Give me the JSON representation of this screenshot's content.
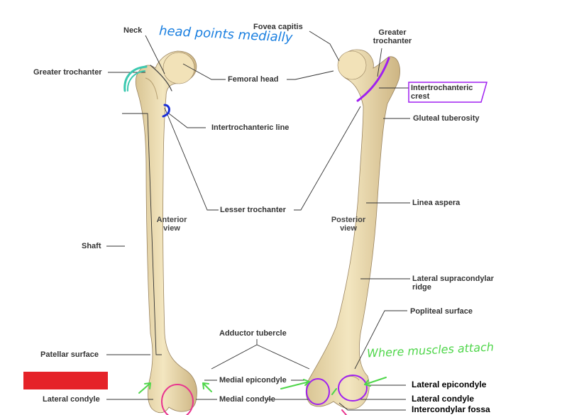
{
  "labels": {
    "neck": "Neck",
    "fovea_capitis": "Fovea capitis",
    "greater_trochanter_left": "Greater trochanter",
    "femoral_head": "Femoral head",
    "greater_trochanter_right": "Greater\ntrochanter",
    "intertrochanteric_crest": "Intertrochanteric\ncrest",
    "gluteal_tuberosity": "Gluteal tuberosity",
    "intertrochanteric_line": "Intertrochanteric line",
    "lesser_trochanter": "Lesser trochanter",
    "linea_aspera": "Linea aspera",
    "shaft": "Shaft",
    "lateral_supracondylar_ridge": "Lateral supracondylar\nridge",
    "popliteal_surface": "Popliteal surface",
    "adductor_tubercle": "Adductor tubercle",
    "patellar_surface": "Patellar surface",
    "medial_epicondyle": "Medial epicondyle",
    "lateral_condyle_left": "Lateral condyle",
    "medial_condyle": "Medial condyle",
    "lateral_epicondyle": "Lateral epicondyle",
    "lateral_condyle_right": "Lateral condyle",
    "intercondylar_fossa": "Intercondylar fossa"
  },
  "views": {
    "anterior": "Anterior\nview",
    "posterior": "Posterior\nview"
  },
  "annotations": {
    "head_points_medially": "head points medially",
    "where_muscles_attach": "Where muscles attach"
  },
  "colors": {
    "bone": "#ecdcb0",
    "bone_shade": "#c9b382",
    "leader": "#333333",
    "blue_ink": "#1a7fe0",
    "green_ink": "#4fd64a",
    "teal_ink": "#3cc9b0",
    "purple_ink": "#a020f0",
    "pink_ink": "#e8368f",
    "dark_blue_ink": "#1b2fd6",
    "redaction": "#e52228"
  }
}
